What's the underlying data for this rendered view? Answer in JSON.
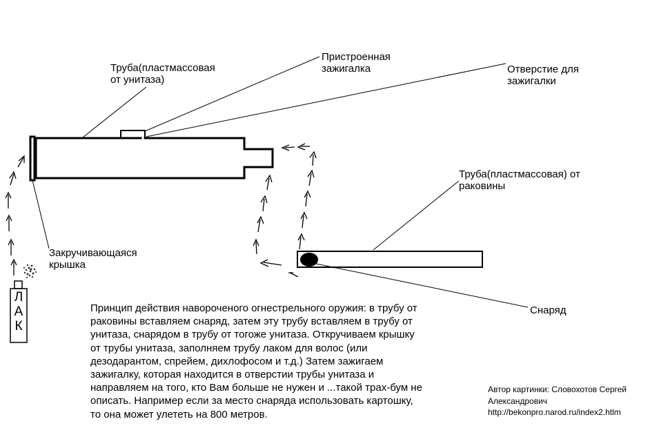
{
  "labels": {
    "toilet_pipe": [
      "Труба(пластмассовая",
      "от унитаза)"
    ],
    "lighter": [
      "Пристроенная",
      "зажигалка"
    ],
    "lighter_hole": [
      "Отверстие для",
      "зажигалки"
    ],
    "sink_pipe": [
      "Труба(пластмассовая) от",
      "раковины"
    ],
    "cap": [
      "Закручивающаяся",
      "крышка"
    ],
    "projectile": "Снаряд"
  },
  "can": {
    "letters": [
      "Л",
      "А",
      "К"
    ]
  },
  "description": [
    "Принцип действия навороченого огнестрельного оружия: в трубу от",
    "раковины вставляем снаряд, затем эту трубу вставляем в трубу от",
    "унитаза, снарядом в трубу от тогоже унитаза. Откручиваем крышку",
    "от трубы унитаза, заполняем трубу лаком для волос (или",
    "дезодарантом, спрейем, дихлофосом и т.д.) Затем зажигаем",
    "зажигалку, которая находится в отверстии трубы унитаза и",
    "направляем на того, кто Вам больше не нужен и ...такой трах-бум не",
    "описать. Например если за место снаряда использовать картошку,",
    "то она может улететь на 800 метров."
  ],
  "credit": [
    "Автор картинки: Словохотов Сергей",
    "Александрович",
    "http://bekonpro.narod.ru/index2.htlm"
  ]
}
